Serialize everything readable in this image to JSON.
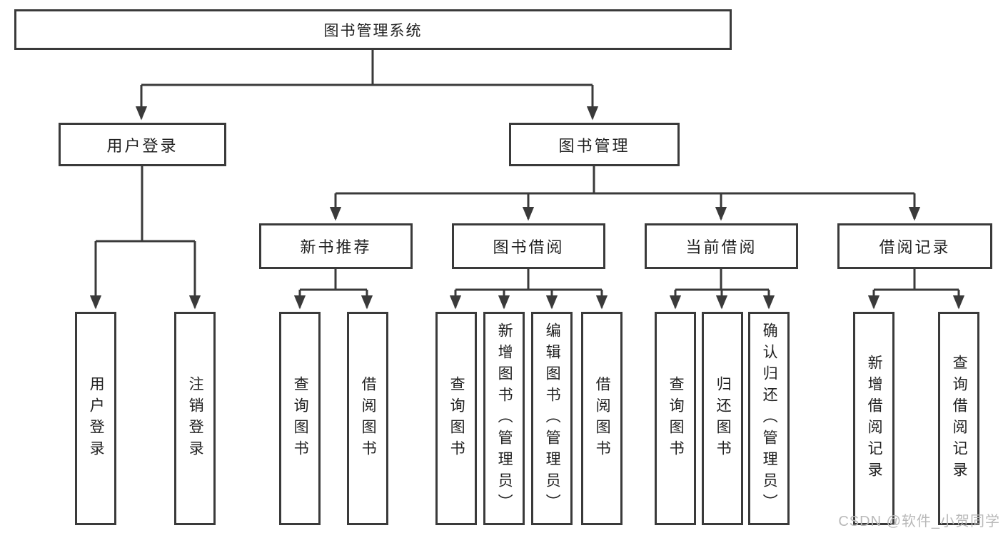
{
  "tree": {
    "root": {
      "label": "图书管理系统"
    },
    "branches": [
      {
        "label": "用户登录",
        "children": [
          {
            "label": "用户登录"
          },
          {
            "label": "注销登录"
          }
        ]
      },
      {
        "label": "图书管理",
        "groups": [
          {
            "label": "新书推荐",
            "children": [
              {
                "label": "查询图书"
              },
              {
                "label": "借阅图书"
              }
            ]
          },
          {
            "label": "图书借阅",
            "children": [
              {
                "label": "查询图书"
              },
              {
                "label": "新增图书（管理员）"
              },
              {
                "label": "编辑图书（管理员）"
              },
              {
                "label": "借阅图书"
              }
            ]
          },
          {
            "label": "当前借阅",
            "children": [
              {
                "label": "查询图书"
              },
              {
                "label": "归还图书"
              },
              {
                "label": "确认归还（管理员）"
              }
            ]
          },
          {
            "label": "借阅记录",
            "children": [
              {
                "label": "新增借阅记录"
              },
              {
                "label": "查询借阅记录"
              }
            ]
          }
        ]
      }
    ]
  },
  "watermark": {
    "text": "CSDN @软件_小贺同学"
  },
  "colors": {
    "line": "#3a3a3a",
    "text": "#212121",
    "background": "#ffffff",
    "watermark": "#b9b9b9"
  }
}
